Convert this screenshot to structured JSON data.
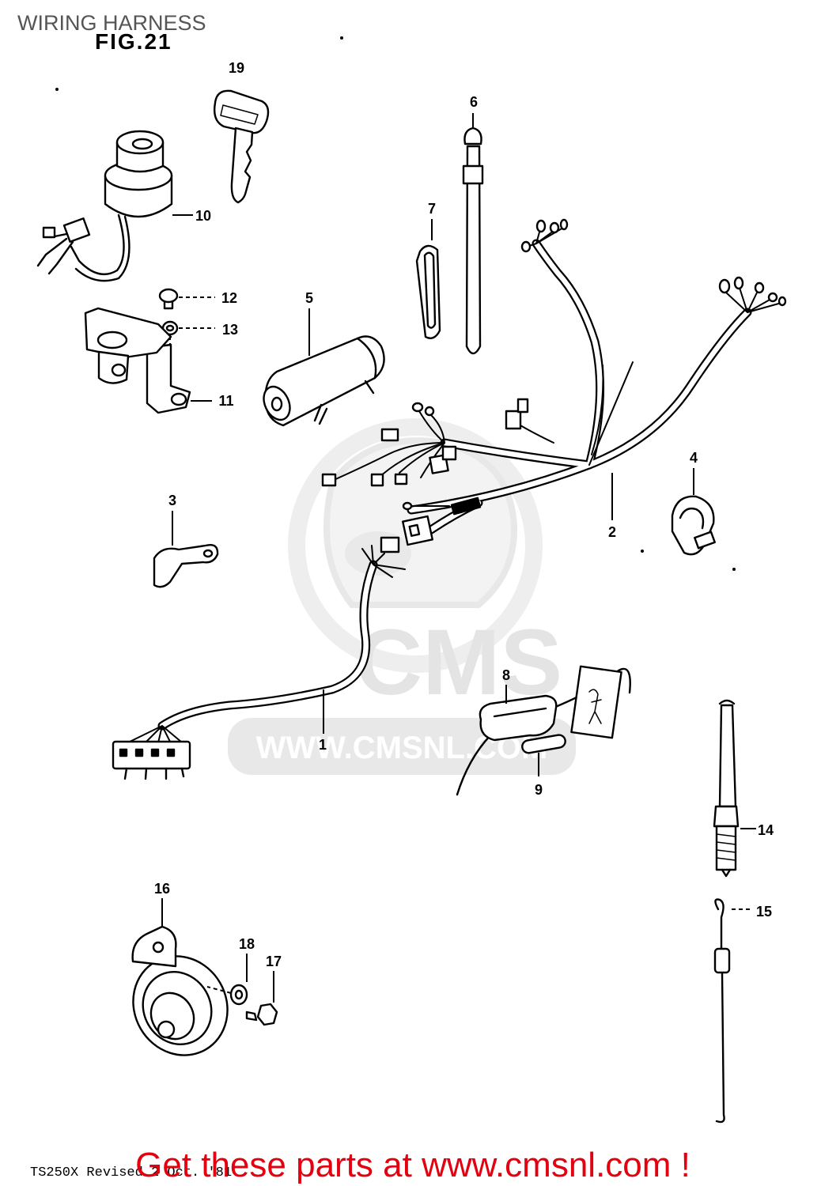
{
  "header": {
    "title": "WIRING HARNESS",
    "figure_label": "FIG.21"
  },
  "callouts": [
    "19",
    "6",
    "7",
    "10",
    "12",
    "13",
    "5",
    "11",
    "4",
    "3",
    "2",
    "1",
    "8",
    "9",
    "14",
    "16",
    "18",
    "17",
    "15"
  ],
  "watermark": {
    "logo_text": "CMS",
    "url_text": "WWW.CMSNL.COM"
  },
  "footer": {
    "model_note": "TS250X Revised 2 Oct. '81",
    "cta_link": "Get these parts at www.cmsnl.com !"
  },
  "colors": {
    "line_art": "#000000",
    "title_text": "#555555",
    "cta_text": "#e3000f",
    "watermark": "#e6e6e6"
  }
}
